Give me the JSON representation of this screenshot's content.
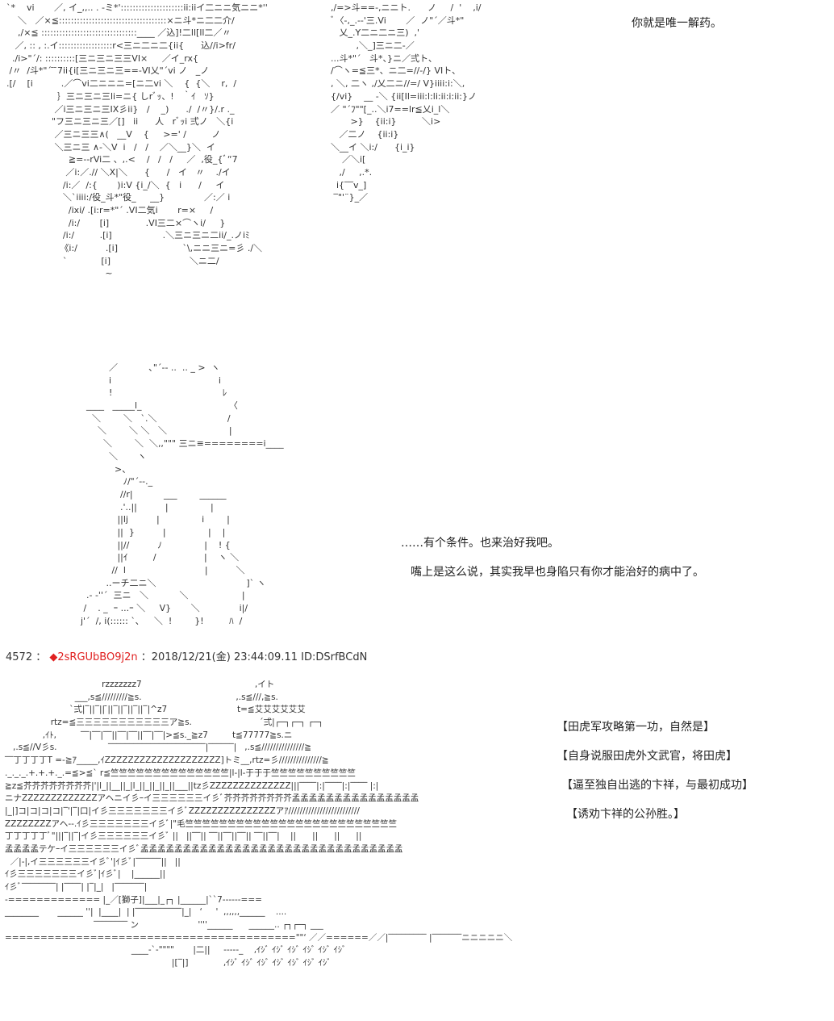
{
  "art_1": [
    "`*    vi       ／, イ_,,.. . -ミ*':::::::::::::::::::::ii:iiイ二ニニ気ニニ*''",
    "    ＼   ／×≦::::::::::::::::::::::::::::::::::::×ニ斗*ニ二二介/",
    "    ,/×≦ ::::::::::::::::::::::::::::::::____ ／込]!二ll[ll二／〃",
    "   ／, :: , :.イ::::::::::::::::::r<三ニ二ニ二{ii{      込//i>fr/",
    "  ./i>\"´/: ::::::::::[三ニ三ニ三三VI×     ／イ_rx{",
    " /〃  /斗*\"´ ̄ ̄7ii{i[三ニ三ニ三==-VI乂\"´vi ノ   _ノ",
    ".[/    [i          .／⌒vi二ニニニ=[ニ二vi ＼    {  {＼    r,  /",
    "                  ｝三ニ三ニ三li=ニ{ しrﾞｯ、!   ｀ｲ   ｿ}",
    "                 ／i三ニ三ニ三IX彡ii}   /    _)      ./  /〃}/.r ._",
    "                \"フ三ニ三ニ三／[]   ii      人   rﾞｯi 弍ノ   ＼{i",
    "                 ／三ニ三三∧(   __V    {     >=' /         ノ",
    "                 ＼三ニ三 ∧-＼V  i   /   /    ／＼__}＼  イ",
    "                      ≧=--rVi二 、,.<    /   /   /     ／  ,役_{ﾞ“7",
    "                     ／i:／.// ＼X|＼      {      /   イ   〃    ./イ",
    "                    /i:／  /:{       )i:V {i_/＼  {   i      /     イ",
    "                    ＼`iiii:/役_斗*\"役_     __}              ／:／ i",
    "                      /ixi/ .[i:r=*\"´ .VI二気i       r=×     /",
    "                      /i:/       [i]             .VI三二×⌒ヽi/     }",
    "                    /i:/         .[i]                  .＼三ニ三ニ二ii/_.ノiﾐ",
    "                   《i:/          .[i]                       `\\,ニニ三ニ=彡 ./＼",
    "                    `            [i]                            ＼ニ二/",
    "                                   ~"
  ],
  "art_2": [
    ",/=>斗==-,ニニト.      ノ     /  '    ,i/",
    "ﾞ〈‐,_.-‐'三.Vi       ／  ノ\"´／斗*\"",
    "   乂_.Y二ニ二ニ三)  ,'",
    "         ,＼_]三ニ二-／",
    "...斗*\"´   斗*、}ニ／弍ト、",
    "/⌒ヽ=≦三*、ニ二=//-/} VIト、",
    ", ＼, 二ヽ ,/乂二ニ//=/ V}iiii:i:＼,",
    "{/vi}    __ ‐＼ {ii[Il=iii:l:li:ii:i:ii:}ノ",
    "／ \"´ﾌ\"\"[_..＼i7==lr≦乂i_l＼",
    "       >}    {ii:i}         ＼i>",
    "   ／二ノ    {ii:i}",
    "＼__イ ＼i:/      {i_i}",
    "    ／＼i[",
    "   ,/     ,.*.",
    "  i{‾‾v_]",
    " ‾\"'¨}_／"
  ],
  "art_3": [
    "          ／           ､\"´-- ..  .. _ >  ヽ",
    "          i                                      i",
    "          !                                       ﾚ",
    "  ____   _____l_                               〈",
    "    ＼        ＼   `.＼                         /",
    "      ＼        ＼ ＼   ＼                      |",
    "        ＼        ＼  ＼,,\"\"\" 三ニ≡========i____",
    "          ＼       ヽ",
    "            >、",
    "               ﾉ/\"´--._",
    "              //r|           ___        ______",
    "              .'..||          |               |",
    "             ||lj          |               i        |",
    "             ||  }          |               |    |",
    "             ||//          ﾉ               |    ! {",
    "             ||ｲ         /                 |    ヽ ＼",
    "           //  l                            |          ＼",
    "         ..ーチ二ニ＼                                ]` ヽ",
    "  .‐ -''´  三ニ   ＼           ＼                   |",
    " /    . _  ｰ ...ｰ ＼     V}       ＼              i|/",
    "j'´  /, i(:::::: `､     ＼  !        }!         ﾊ  /"
  ],
  "art_4": [
    "                                    rzzzzzzz7                                          ,イト",
    "                          ___,s≦/////////≧s.                                   ,.s≦///,≧s.",
    "                        `弍|‾||‾|| ̄||‾||‾||‾||‾|^z7                          t=≦艾艾艾艾艾艾",
    "                 rtz=≦三三三三三三三三三三三ア≧s.                         ´弍|┌─┐┌─┐ ┌─┐",
    "              ,ｲﾄ,         ‾‾|‾‾|‾‾||‾‾|‾‾||‾‾|‾‾|>≦s._≧z7         t≦77777≧s.ニ",
    "   ,.s≦//V彡s.                   ‾‾‾‾‾‾‾‾‾‾‾‾‾‾‾‾‾‾‾‾‾‾‾|‾‾‾‾‾‾|   ,.s≦///////////////≧",
    "‾‾丁丁丁丁T =-≧ｱ_____,ｲZZZZZZZZZZZZZZZZZZZZ]トミ__,rtz=彡///////////////≧",
    "._._._.+.+.+._.=≦>≦` r≦竺竺竺竺竺竺竺竺竺竺竺竺竺竺|l-|l-于于于竺竺竺竺竺竺竺竺竺竺",
    "≧z≦芥芥芥芥芥芥芥芥|'|l_||__||_|l_||_||_||_||___||tz彡ZZZZZZZZZZZZZZ|||‾‾‾‾|:|‾‾‾‾|:|‾‾‾‾ |:|",
    "ニナZZZZZZZZZZZZZアヘニイ彡ｰイ三三三三三三イ彡ﾞ芥芥芥芥芥芥芥芥孟孟孟孟孟孟孟孟孟孟孟孟孟孟孟",
    "|_|]コ|コ|コ|コ|‾'|‾|口|イ彡三三三三三三三イ彡ﾞZZZZZZZZZZZZZZZアｱ/////////////////////////",
    "ZZZZZZZZアヘ‐-.ｲ彡三三三三三三三イ彡ﾞ|\"毛竺竺竺竺竺竺竺竺竺竺竺竺竺竺竺竺竺竺竺竺竺竺竺竺竺",
    "丁丁丁丁丁ﾞ\"|||‾||‾|イ彡三三三三三三イ彡ﾞ ||   ||‾‾|| ‾‾||‾‾||‾‾|| ‾‾||‾‾|    ||      ||      ||      ||",
    "孟孟孟孟テケｰイ三三三三三三イ彡ﾞ孟孟孟孟孟孟孟孟孟孟孟孟孟孟孟孟孟孟孟孟孟孟孟孟孟孟孟孟孟孟孟",
    "  ／|-|,イ三三三三三三イ彡ﾞ'|ｲ彡ﾞ|‾‾‾‾‾‾||   ||",
    "ｲ彡三三三三三三三イ彡ﾞ|ｲ彡ﾞ|    |______||",
    "ｲ彡ﾞ‾‾‾‾‾‾‾‾| |‾‾‾‾| |‾|_|   |‾‾‾‾‾‾‾|",
    "-============= |_／[獅子]|___|_┌┐ |______|``7‐‐‐‐‐‐===",
    "________       ______ ''|  |____|  | |‾‾‾‾‾‾‾‾‾‾‾|_|   ‘     '  ,,,,,,______    ....",
    "                                 ‾‾‾‾‾‾‾‾ ン                      ''''______      ______.. ┌┐┌─┐ ___",
    "=========================================\"\"‘ ／／======／／|‾‾‾‾‾‾‾‾‾ |‾‾‾‾‾‾‾ニニニニニ＼",
    "                                               ____‐`‐\"\"\"\"       |二||     ‐‐‐‐‐_    ,ｲｼﾞ ｲｼﾞ ｲｼﾞ ｲｼﾞ ｲｼﾞ ｲｼﾞ",
    "                                                              |[‾|]             ,ｲｼﾞ ｲｼﾞ ｲｼﾞ ｲｼﾞ ｲｼﾞ ｲｼﾞ ｲｼﾞ"
  ],
  "text": {
    "line_1": "你就是唯一解药。",
    "line_2": "……有个条件。也来治好我吧。",
    "line_3": "嘴上是这么说，其实我早也身陷只有你才能治好的病中了。",
    "note_1": "【田虎军攻略第一功，自然是】",
    "note_2": "【自身说服田虎外文武官，将田虎】",
    "note_3": "【逼至独自出逃的卞祥，与最初成功】",
    "note_4": "【诱劝卞祥的公孙胜。】"
  },
  "post": {
    "number": "4572",
    "separator": " ：",
    "marker": "◆",
    "trip": "2sRGUbBO9j2n",
    "meta": " ：2018/12/21(金) 23:44:09.11 ID:DSrfBCdN"
  },
  "colors": {
    "accent_red": "#e02020",
    "text": "#222222",
    "background": "#ffffff"
  }
}
